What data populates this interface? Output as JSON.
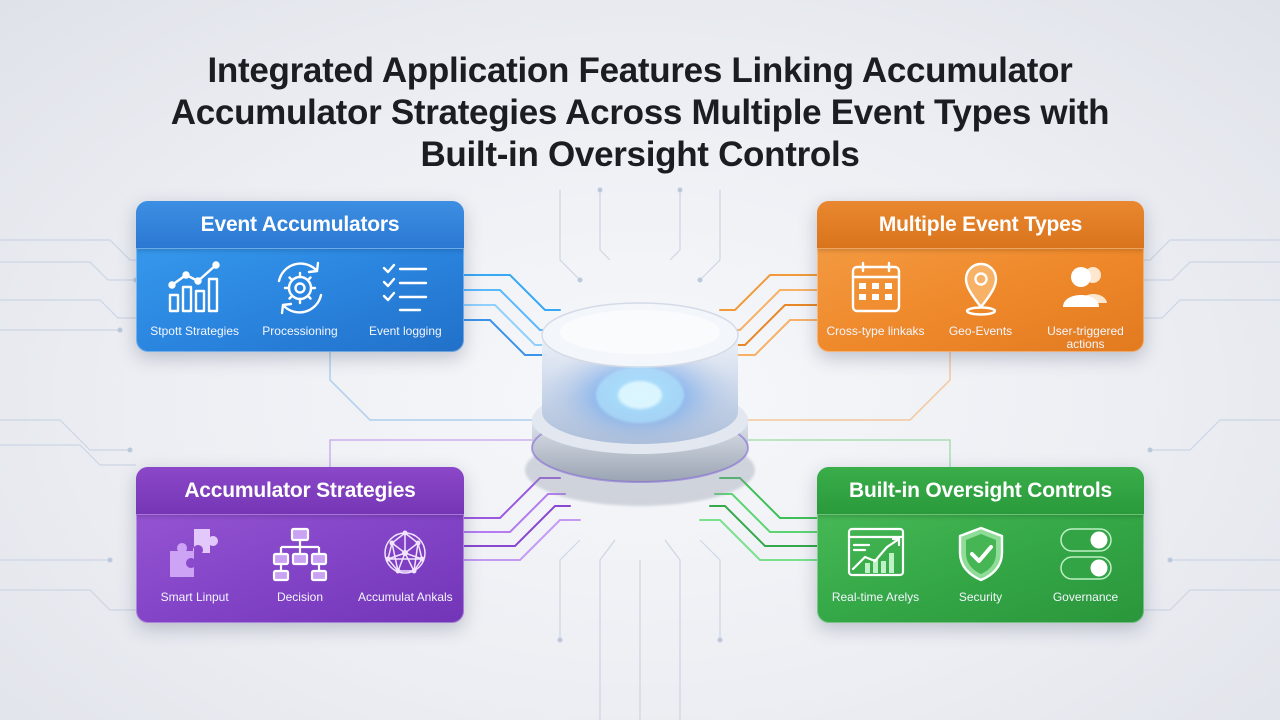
{
  "title": {
    "line1": "Integrated Application Features Linking Accumulator",
    "line2": "Accumulator Strategies Across Multiple Event Types with",
    "line3": "Built-in Oversight Controls"
  },
  "cards": {
    "event_accumulators": {
      "title": "Event Accumulators",
      "color": "#2b86e0",
      "features": [
        {
          "label": "Stpott Strategies",
          "icon": "bar-chart-icon"
        },
        {
          "label": "Processioning",
          "icon": "gear-cycle-icon"
        },
        {
          "label": "Event logging",
          "icon": "checklist-icon"
        }
      ]
    },
    "multiple_event_types": {
      "title": "Multiple Event Types",
      "color": "#ef8a2c",
      "features": [
        {
          "label": "Cross-type linkaks",
          "icon": "calendar-icon"
        },
        {
          "label": "Geo-Events",
          "icon": "location-pin-icon"
        },
        {
          "label": "User-triggered actions",
          "icon": "users-icon"
        }
      ]
    },
    "accumulator_strategies": {
      "title": "Accumulator Strategies",
      "color": "#8445c8",
      "features": [
        {
          "label": "Smart Linput",
          "icon": "puzzle-icon"
        },
        {
          "label": "Decision",
          "icon": "flowchart-icon"
        },
        {
          "label": "Accumulat Ankals",
          "icon": "network-icon"
        }
      ]
    },
    "oversight_controls": {
      "title": "Built-in Oversight Controls",
      "color": "#35a847",
      "features": [
        {
          "label": "Real-time Arelys",
          "icon": "analytics-chart-icon"
        },
        {
          "label": "Security",
          "icon": "shield-check-icon"
        },
        {
          "label": "Governance",
          "icon": "toggle-switches-icon"
        }
      ]
    }
  }
}
